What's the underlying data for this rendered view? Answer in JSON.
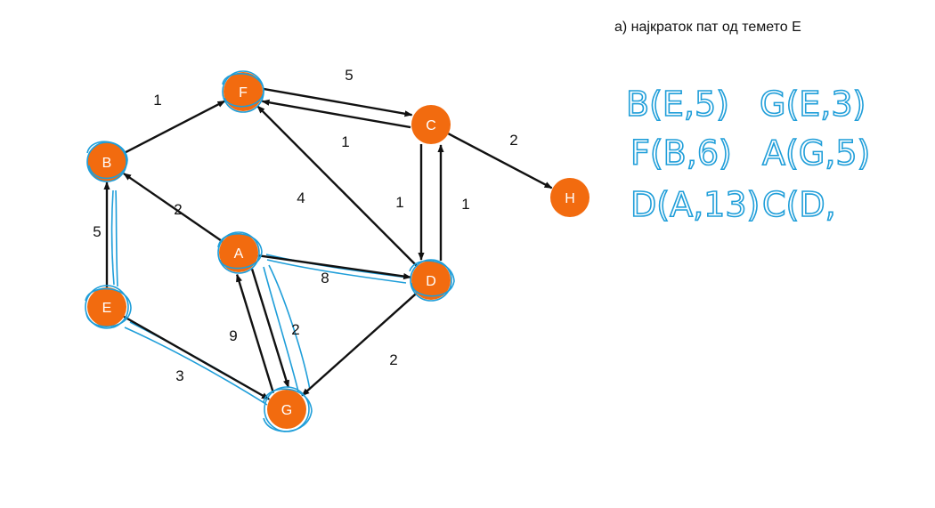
{
  "title": "а) најкраток пат од темето Е",
  "colors": {
    "node": "#f26b0f",
    "edge": "#111111",
    "ink": "#1f9ed9"
  },
  "nodes": [
    {
      "id": "F",
      "label": "F"
    },
    {
      "id": "C",
      "label": "C"
    },
    {
      "id": "B",
      "label": "B"
    },
    {
      "id": "H",
      "label": "H"
    },
    {
      "id": "A",
      "label": "A"
    },
    {
      "id": "D",
      "label": "D"
    },
    {
      "id": "E",
      "label": "E"
    },
    {
      "id": "G",
      "label": "G"
    }
  ],
  "edges": [
    {
      "from": "B",
      "to": "F",
      "weight": "1"
    },
    {
      "from": "C",
      "to": "F",
      "weight": "5"
    },
    {
      "from": "F",
      "to": "C",
      "weight": "1"
    },
    {
      "from": "C",
      "to": "H",
      "weight": "2"
    },
    {
      "from": "A",
      "to": "B",
      "weight": "2"
    },
    {
      "from": "D",
      "to": "F",
      "weight": "4"
    },
    {
      "from": "D",
      "to": "C",
      "weight": "1"
    },
    {
      "from": "C",
      "to": "D",
      "weight": "1"
    },
    {
      "from": "E",
      "to": "B",
      "weight": "5"
    },
    {
      "from": "A",
      "to": "D",
      "weight": "8"
    },
    {
      "from": "A",
      "to": "G",
      "weight": "9"
    },
    {
      "from": "G",
      "to": "A",
      "weight": "2"
    },
    {
      "from": "D",
      "to": "G",
      "weight": "2"
    },
    {
      "from": "E",
      "to": "G",
      "weight": "3"
    }
  ],
  "handwritten_notes": [
    "B(E,5)",
    "G(E,3)",
    "F(B,6)",
    "A(G,5)",
    "D(A,13)",
    "C(D,"
  ]
}
